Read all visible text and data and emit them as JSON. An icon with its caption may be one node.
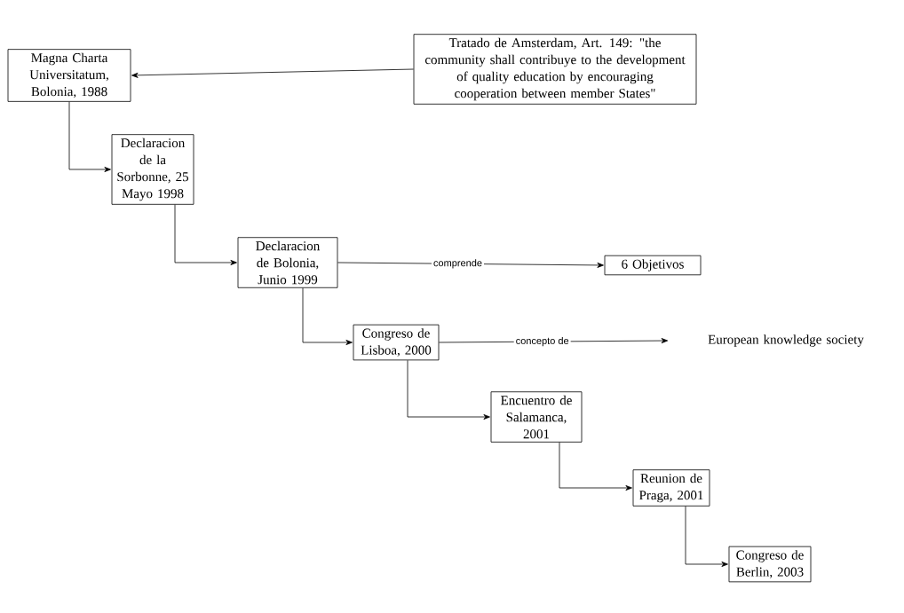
{
  "diagram": {
    "nodes": [
      {
        "text": [
          "Magna Charta Universitatum, Bolonia, 1988"
        ]
      },
      {
        "text": [
          "Tratado de Amsterdam, Art. 149: \"the community shall contribuye to the development of quality education by encouraging cooperation between member States\""
        ]
      },
      {
        "text": [
          "Declaracion de la Sorbonne, 25 Mayo 1998"
        ]
      },
      {
        "text": [
          "Declaracion de Bolonia, Junio 1999"
        ]
      },
      {
        "text": [
          "6 Objetivos"
        ]
      },
      {
        "text": [
          "Congreso de Lisboa, 2000"
        ]
      },
      {
        "text": [
          "European knowledge society"
        ]
      },
      {
        "text": [
          "Encuentro de Salamanca, 2001"
        ]
      },
      {
        "text": [
          "Reunion de Praga, 2001"
        ]
      },
      {
        "text": [
          "Congreso de Berlin, 2003"
        ]
      }
    ],
    "edges": [
      {
        "from": 1,
        "to": 0,
        "arrow": "to"
      },
      {
        "from": 0,
        "to": 2,
        "arrow": "to"
      },
      {
        "from": 2,
        "to": 3,
        "arrow": "to"
      },
      {
        "from": 3,
        "to": 4,
        "arrow": "to",
        "label": "comprende"
      },
      {
        "from": 3,
        "to": 5,
        "arrow": "to"
      },
      {
        "from": 5,
        "to": 6,
        "arrow": "to",
        "label": "concepto de"
      },
      {
        "from": 5,
        "to": 7,
        "arrow": "to"
      },
      {
        "from": 7,
        "to": 8,
        "arrow": "to"
      },
      {
        "from": 8,
        "to": 9,
        "arrow": "to"
      }
    ]
  }
}
